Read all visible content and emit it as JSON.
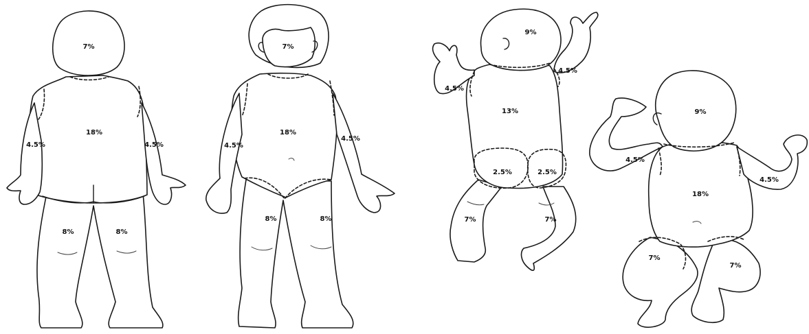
{
  "figures": [
    {
      "view": "child-back",
      "labels": {
        "head": "7%",
        "trunk": "18%",
        "arm_left": "4.5%",
        "arm_right": "4.5%",
        "leg_left": "8%",
        "leg_right": "8%"
      }
    },
    {
      "view": "child-front",
      "labels": {
        "head": "7%",
        "trunk": "18%",
        "arm_left": "4.5%",
        "arm_right": "4.5%",
        "leg_left": "8%",
        "leg_right": "8%"
      }
    },
    {
      "view": "infant-back",
      "labels": {
        "head": "9%",
        "trunk": "13%",
        "arm_left": "4.5%",
        "arm_right": "4.5%",
        "buttock_left": "2.5%",
        "buttock_right": "2.5%",
        "leg_left": "7%",
        "leg_right": "7%"
      }
    },
    {
      "view": "infant-front",
      "labels": {
        "head": "9%",
        "trunk": "18%",
        "arm_left": "4.5%",
        "arm_right": "4.5%",
        "leg_left": "7%",
        "leg_right": "7%"
      }
    }
  ],
  "colors": {
    "outline": "#1a1a1a",
    "background": "#ffffff"
  }
}
